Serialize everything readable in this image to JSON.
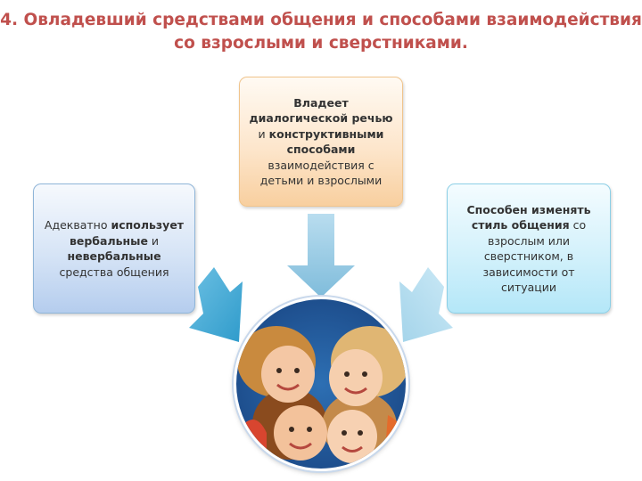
{
  "title": {
    "line1": "4. Овладевший средствами общения и способами взаимодействия",
    "line2": "со взрослыми и сверстниками."
  },
  "cards": {
    "top": [
      {
        "text": "Владеет",
        "bold": true
      },
      {
        "text": "диалогической речью",
        "bold": true
      },
      {
        "text_plain": "и ",
        "text_bold": "конструктивными"
      },
      {
        "text": "способами",
        "bold": true
      },
      {
        "text": "взаимодействия с",
        "bold": false
      },
      {
        "text": "детьми и взрослыми",
        "bold": false
      }
    ],
    "left": {
      "l1_plain": "Адекватно ",
      "l1_bold": "использует",
      "l2_bold": "вербальные",
      "l2_plain": " и",
      "l3": "невербальные",
      "l4": "средства общения"
    },
    "right": {
      "l1": "Способен изменять",
      "l2_bold": "стиль общения",
      "l2_plain": " со",
      "l3": "взрослым или",
      "l4": "сверстником, в",
      "l5": "зависимости от",
      "l6": "ситуации"
    }
  },
  "colors": {
    "title": "#c0504d",
    "top_card": "#fde6cc",
    "left_card": "#d6e4f6",
    "right_card": "#d3f1fb",
    "arrow_down": "#8fc5e0",
    "arrow_left": "#4aaed6",
    "arrow_right": "#b9dff0"
  },
  "photo": {
    "subject": "children-faces-photo"
  }
}
